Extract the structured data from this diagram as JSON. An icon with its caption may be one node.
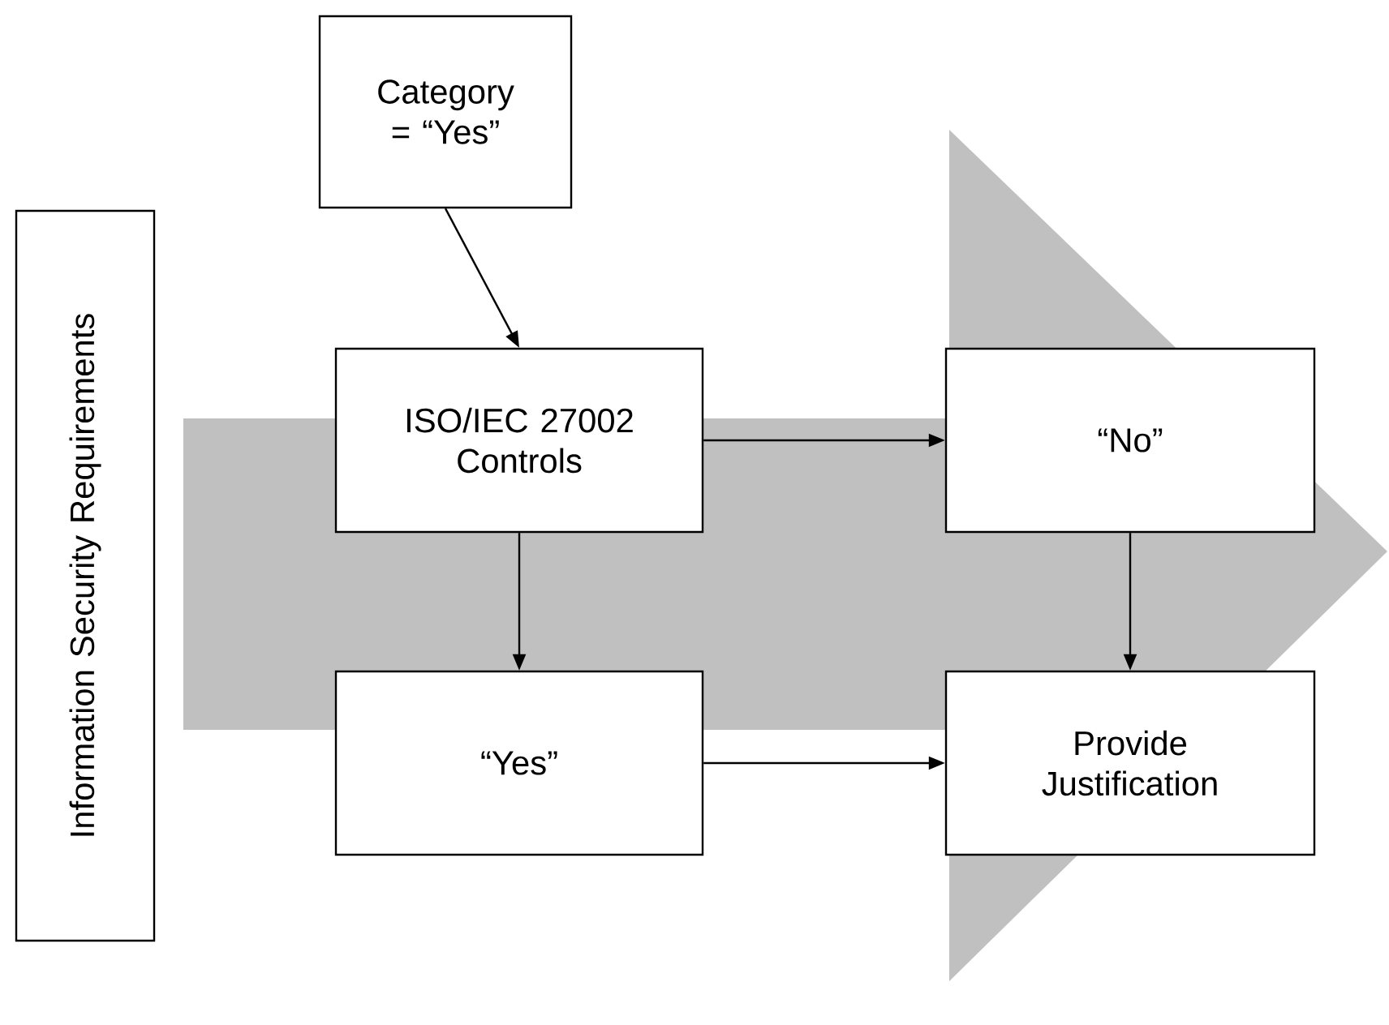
{
  "diagram": {
    "nodes": [
      {
        "text": [
          "Information Security Requirements"
        ]
      },
      {
        "text": [
          "Category = “Yes”"
        ]
      },
      {
        "text": [
          "ISO/IEC 27002 Controls"
        ]
      },
      {
        "text": [
          "“No”"
        ]
      },
      {
        "text": [
          "“Yes”"
        ]
      },
      {
        "text": [
          "Provide Justification"
        ]
      }
    ],
    "edges": [
      {
        "from": 1,
        "to": 2,
        "arrow": "to"
      },
      {
        "from": 2,
        "to": 3,
        "arrow": "to"
      },
      {
        "from": 2,
        "to": 4,
        "arrow": "to"
      },
      {
        "from": 3,
        "to": 5,
        "arrow": "to"
      },
      {
        "from": 4,
        "to": 5,
        "arrow": "to"
      }
    ]
  }
}
